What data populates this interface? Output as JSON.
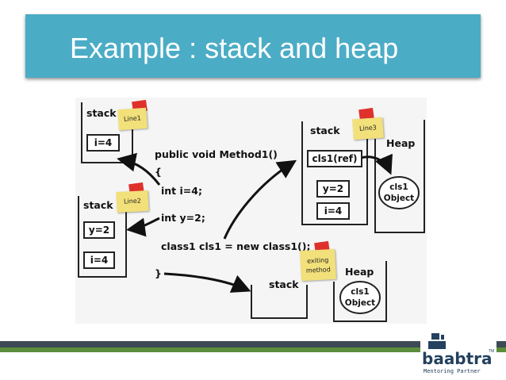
{
  "slide": {
    "title": "Example : stack and heap"
  },
  "diagram": {
    "code_lines": [
      "public void Method1()",
      "{",
      "int i=4;",
      "int y=2;",
      "class1 cls1 = new class1();",
      "}"
    ],
    "stack_label": "stack",
    "heap_label": "Heap",
    "notes": {
      "line1": "Line1",
      "line2": "Line2",
      "line3": "Line3",
      "exiting": "exiting method"
    },
    "stack1": {
      "cells": [
        "i=4"
      ]
    },
    "stack2": {
      "cells": [
        "y=2",
        "i=4"
      ]
    },
    "stack3": {
      "cells": [
        "cls1(ref)",
        "y=2",
        "i=4"
      ]
    },
    "heap_object": "cls1 Object"
  },
  "logo": {
    "name": "baabtra",
    "tagline": "Mentoring Partner",
    "tm": "TM"
  },
  "colors": {
    "banner": "#4bacc6",
    "note": "#f2e07a",
    "pin": "#e0302c",
    "footer_dark": "#3b4a55",
    "footer_green": "#5b8d3a"
  }
}
